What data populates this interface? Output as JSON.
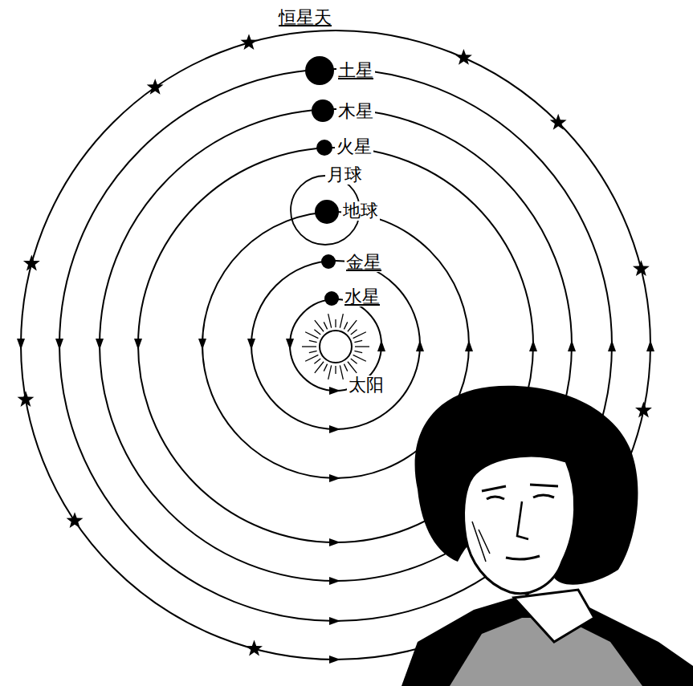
{
  "diagram": {
    "labels": [
      "恒星天",
      "土星",
      "木星",
      "火星",
      "月球",
      "地球",
      "金星",
      "水星",
      "太阳"
    ]
  }
}
